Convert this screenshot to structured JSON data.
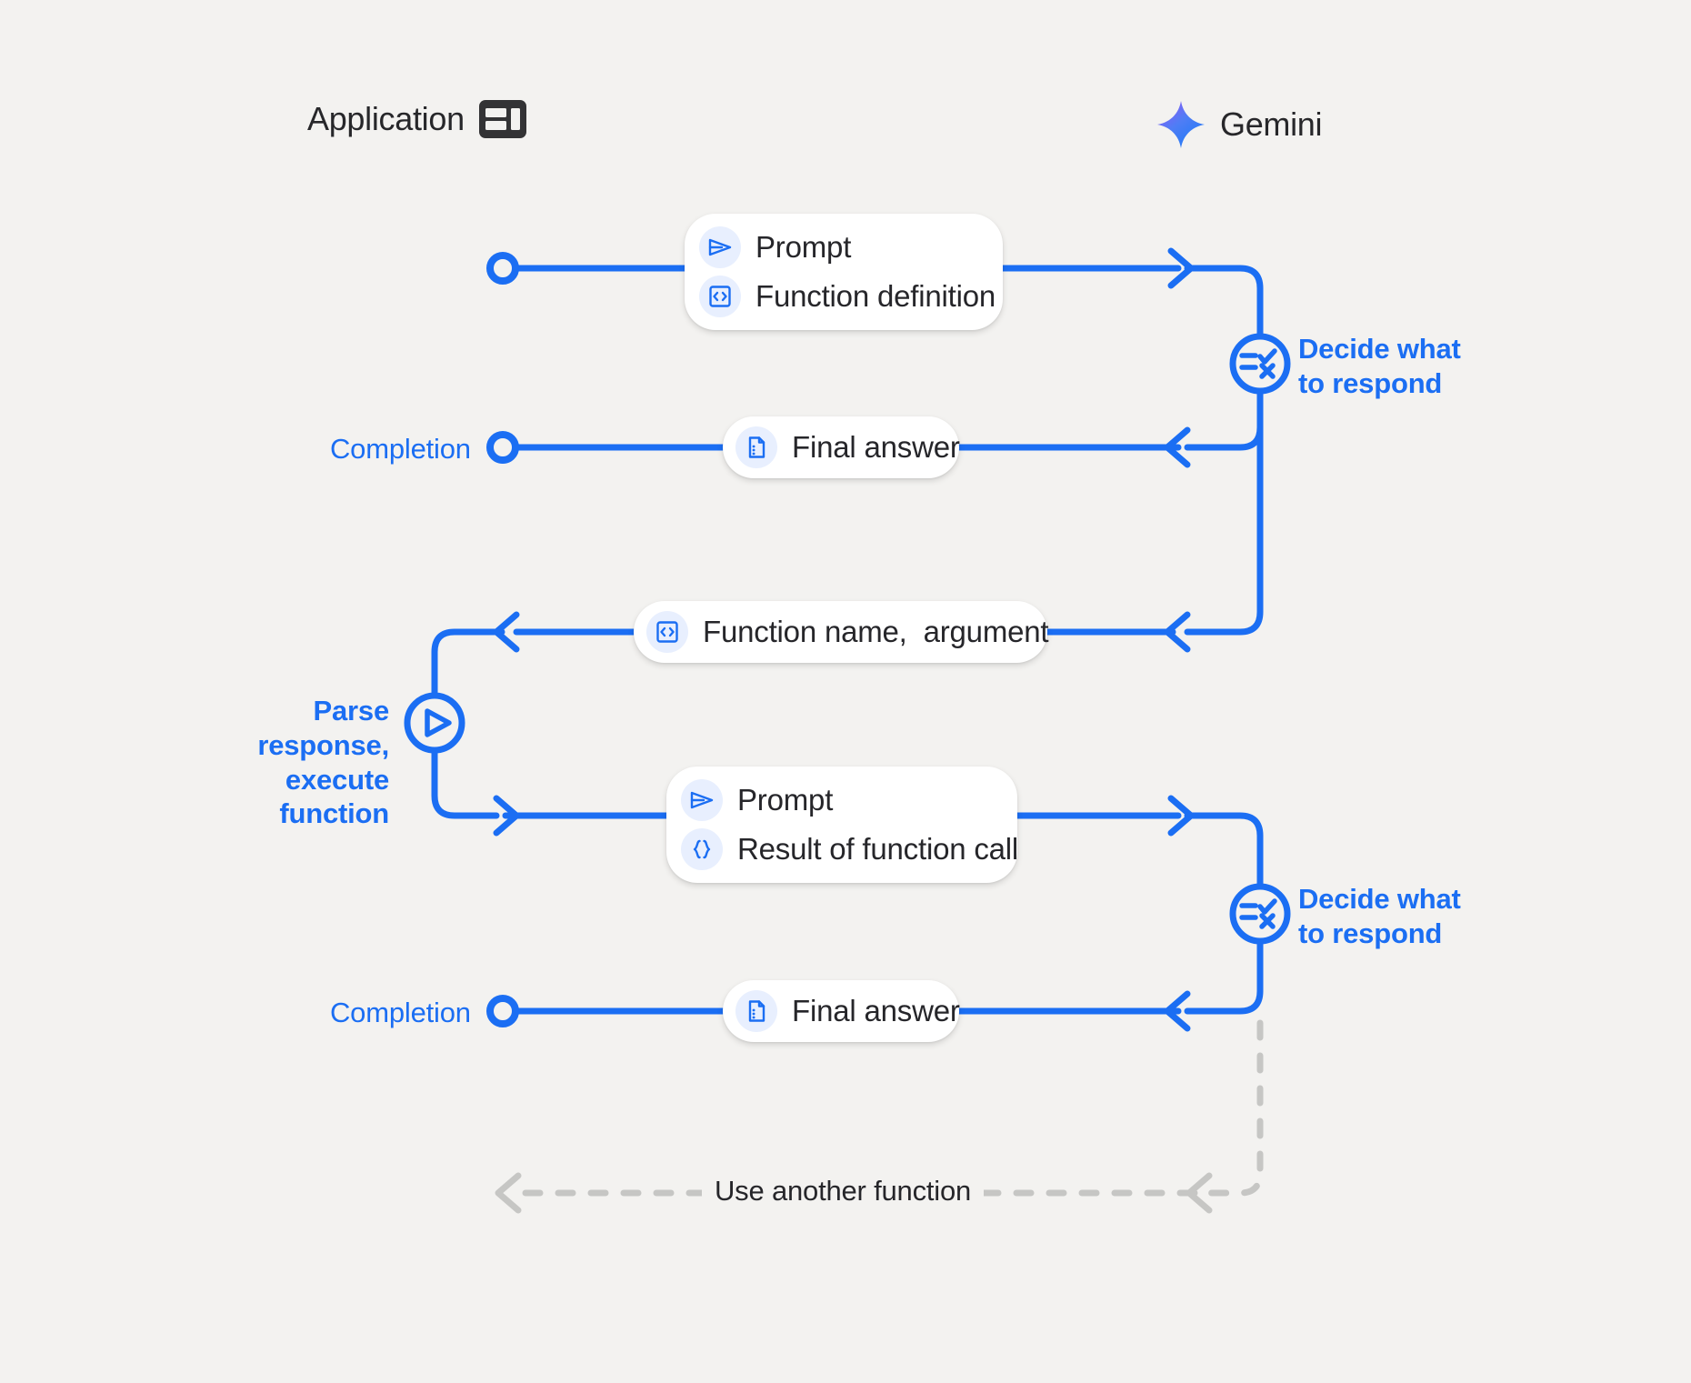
{
  "background_color": "#F3F2F0",
  "accent_color": "#1B6EF3",
  "lifeline_color": "#C6C6C4",
  "text_color": "#26262A",
  "lanes": [
    {
      "id": "application",
      "label": "Application",
      "icon": "app-window-icon"
    },
    {
      "id": "gemini",
      "label": "Gemini",
      "icon": "gemini-sparkle-icon"
    }
  ],
  "messages": [
    {
      "id": "request-1",
      "direction": "application-to-gemini",
      "rows": [
        {
          "icon": "send-icon",
          "label": "Prompt"
        },
        {
          "icon": "code-brackets-icon",
          "label": "Function definition"
        }
      ]
    },
    {
      "id": "response-1",
      "direction": "gemini-to-application",
      "rows": [
        {
          "icon": "document-icon",
          "label": "Final answer"
        }
      ]
    },
    {
      "id": "function-call",
      "direction": "gemini-to-application",
      "rows": [
        {
          "icon": "code-brackets-icon",
          "label": "Function name,  argument"
        }
      ]
    },
    {
      "id": "request-2",
      "direction": "application-to-gemini",
      "rows": [
        {
          "icon": "send-icon",
          "label": "Prompt"
        },
        {
          "icon": "curly-braces-icon",
          "label": "Result of function call"
        }
      ]
    },
    {
      "id": "response-2",
      "direction": "gemini-to-application",
      "rows": [
        {
          "icon": "document-icon",
          "label": "Final answer"
        }
      ]
    }
  ],
  "nodes": [
    {
      "id": "decide-1",
      "icon": "checklist-decide-icon",
      "label": "Decide what\nto respond",
      "lane": "gemini"
    },
    {
      "id": "parse-execute",
      "icon": "play-circle-icon",
      "label": "Parse response,\nexecute function",
      "lane": "application"
    },
    {
      "id": "decide-2",
      "icon": "checklist-decide-icon",
      "label": "Decide what\nto respond",
      "lane": "gemini"
    }
  ],
  "endpoints": [
    {
      "id": "start",
      "label": ""
    },
    {
      "id": "completion-1",
      "label": "Completion"
    },
    {
      "id": "completion-2",
      "label": "Completion"
    }
  ],
  "loop": {
    "id": "use-another-function",
    "label": "Use another function",
    "style": "dashed",
    "color": "#C6C6C4"
  }
}
